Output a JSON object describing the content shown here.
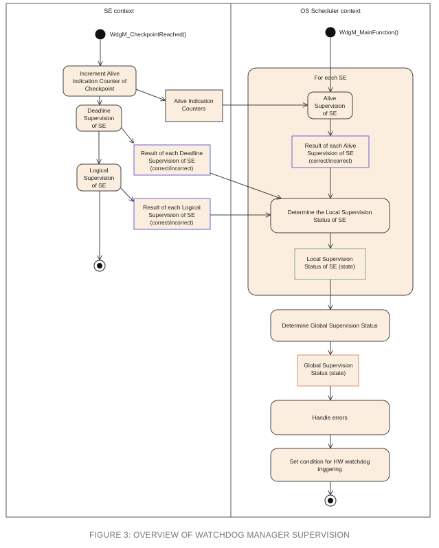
{
  "diagram": {
    "lanes": {
      "left": "SE context",
      "right": "OS Scheduler context"
    },
    "left": {
      "start_label": "WdgM_CheckpointReached()",
      "increment": [
        "Increment Alive",
        "Indication Counter of",
        "Checkpoint"
      ],
      "alive_counters": [
        "Alive Indication",
        "Counters"
      ],
      "deadline": [
        "Deadline",
        "Supervision",
        "of SE"
      ],
      "deadline_result": [
        "Result of each Deadline",
        "Supervision of SE",
        "(correct/incorrect)"
      ],
      "logical": [
        "Logical",
        "Supervision",
        "of SE"
      ],
      "logical_result": [
        "Result of each Logical",
        "Supervision of SE",
        "(correct/incorrect)"
      ]
    },
    "right": {
      "start_label": "WdgM_MainFunction()",
      "group_label": "For each SE",
      "alive_supervision": [
        "Alive",
        "Supervision",
        "of SE"
      ],
      "alive_result": [
        "Result of each Alive",
        "Supervision of SE",
        "(correct/incorrect)"
      ],
      "determine_local": [
        "Determine the Local Supervision",
        "Status of SE"
      ],
      "local_status": [
        "Local Supervision",
        "Status of SE (state)"
      ],
      "determine_global": "Determine Global Supervision Status",
      "global_status": [
        "Global Supervision",
        "Status (state)"
      ],
      "handle_errors": "Handle errors",
      "set_condition": [
        "Set condition for HW watchdog",
        "triggering"
      ]
    },
    "colors": {
      "action_fill": "#fbeede",
      "object_fill": "#fbeede",
      "result_border": "#6a62d8",
      "local_border": "#7fae72",
      "global_border": "#e0887a",
      "line": "#404040"
    }
  },
  "caption": "FIGURE 3: OVERVIEW OF WATCHDOG MANAGER SUPERVISION"
}
